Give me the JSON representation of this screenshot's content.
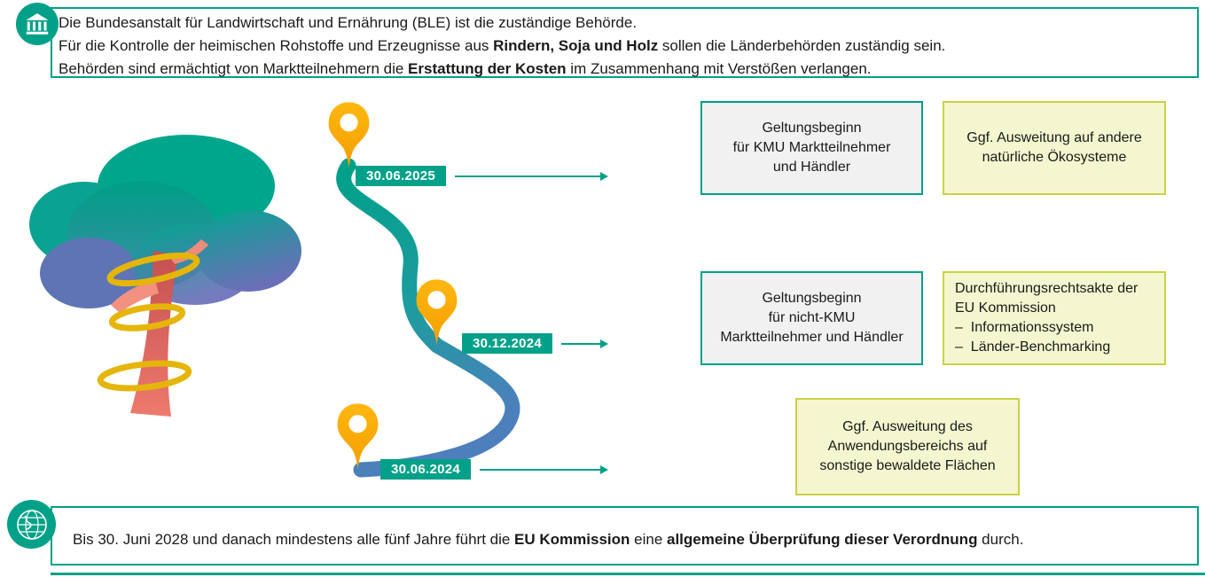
{
  "colors": {
    "teal": "#00A188",
    "lime_border": "#C9D244",
    "lime_bg": "#F4F6CF",
    "gray_bg": "#F1F1F1",
    "pin_orange": "#F7A600",
    "path_blue": "#4D7FBC",
    "ring_yellow": "#E5B50A"
  },
  "header": {
    "icon": "government-building-icon",
    "line1": "Die Bundesanstalt für Landwirtschaft und Ernährung (BLE) ist die zuständige Behörde.",
    "line2_pre": "Für die Kontrolle der heimischen Rohstoffe und Erzeugnisse aus ",
    "line2_bold": "Rindern, Soja und Holz",
    "line2_post": " sollen die Länderbehörden zuständig sein.",
    "line3_pre": "Behörden sind ermächtigt von Marktteilnehmern die ",
    "line3_bold": "Erstattung der Kosten",
    "line3_post": " im Zusammenhang mit Verstößen verlangen."
  },
  "timeline": {
    "milestones": [
      {
        "date": "30.06.2025"
      },
      {
        "date": "30.12.2024"
      },
      {
        "date": "30.06.2024"
      }
    ]
  },
  "info_boxes": {
    "kmu": {
      "lines": [
        "Geltungsbeginn",
        "für KMU Marktteilnehmer",
        "und Händler"
      ]
    },
    "ecosystems": {
      "lines": [
        "Ggf. Ausweitung auf andere",
        "natürliche Ökosysteme"
      ]
    },
    "nicht_kmu": {
      "lines": [
        "Geltungsbeginn",
        "für nicht-KMU",
        "Marktteilnehmer und Händler"
      ]
    },
    "rechtsakte": {
      "lines": [
        "Durchführungsrechtsakte der",
        "EU Kommission",
        "–  Informationssystem",
        "–  Länder-Benchmarking"
      ]
    },
    "anwendungsbereich": {
      "lines": [
        "Ggf. Ausweitung des",
        "Anwendungsbereichs auf",
        "sonstige bewaldete Flächen"
      ]
    }
  },
  "footer": {
    "icon": "globe-icon",
    "pre": "Bis 30. Juni 2028 und danach mindestens alle fünf Jahre führt die ",
    "bold1": "EU Kommission",
    "mid": " eine ",
    "bold2": "allgemeine Überprüfung dieser Verordnung",
    "post": " durch."
  }
}
